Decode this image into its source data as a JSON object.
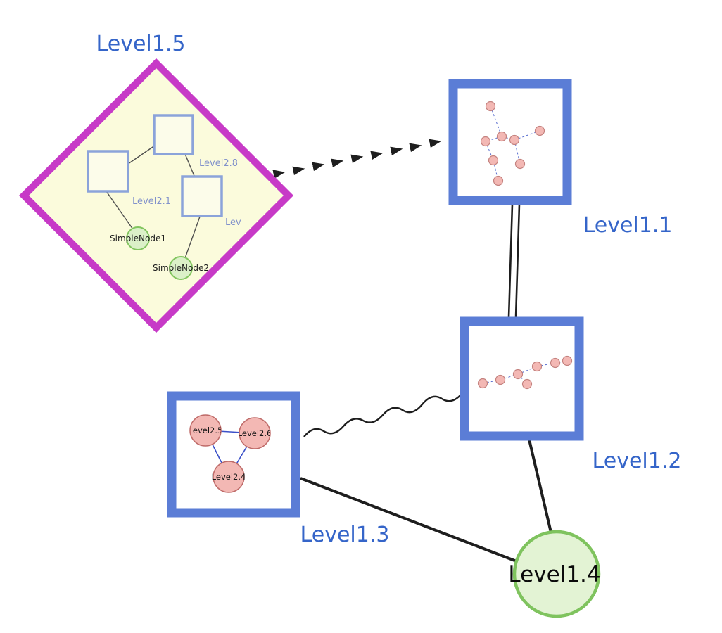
{
  "nodes": {
    "level15": {
      "label": "Level1.5"
    },
    "level11": {
      "label": "Level1.1"
    },
    "level12": {
      "label": "Level1.2"
    },
    "level13": {
      "label": "Level1.3"
    },
    "level14": {
      "label": "Level1.4"
    }
  },
  "level15_children": {
    "level28": {
      "label": "Level2.8"
    },
    "level21": {
      "label": "Level2.1"
    },
    "lev": {
      "label": "Lev"
    },
    "simplenode1": {
      "label": "SimpleNode1"
    },
    "simplenode2": {
      "label": "SimpleNode2"
    }
  },
  "level13_children": {
    "level25": {
      "label": "Level2.5"
    },
    "level26": {
      "label": "Level2.6"
    },
    "level24": {
      "label": "Level2.4"
    }
  },
  "edges": [
    {
      "from": "Level1.5",
      "to": "Level1.1",
      "style": "bold-dashed-arrowheads"
    },
    {
      "from": "Level1.1",
      "to": "Level1.2",
      "style": "double-parallel-lines"
    },
    {
      "from": "Level1.3",
      "to": "Level1.2",
      "style": "wavy"
    },
    {
      "from": "Level1.3",
      "to": "Level1.4",
      "style": "solid-thick"
    },
    {
      "from": "Level1.2",
      "to": "Level1.4",
      "style": "solid-thick"
    }
  ],
  "colors": {
    "label_blue": "#3565c9",
    "diamond_stroke": "#c73ac7",
    "diamond_fill": "#fbfbdc",
    "box_stroke": "#5b7dd6",
    "inner_square_fill": "#fcfcea",
    "inner_square_stroke": "#8ba3da",
    "inner_label_blue": "#8292cb",
    "green_fill": "#dbf0c8",
    "green_stroke": "#82c55f",
    "pink_fill": "#f3b8b4",
    "pink_stroke": "#c4827f",
    "pink_node_stroke": "#bf6b69",
    "mini_edge_blue": "#5a6fd0",
    "tri_edge_blue": "#3a50c8",
    "big_green_fill": "#e3f3d4",
    "big_green_stroke": "#7fc35e",
    "edge_black": "#1e1e1e"
  }
}
